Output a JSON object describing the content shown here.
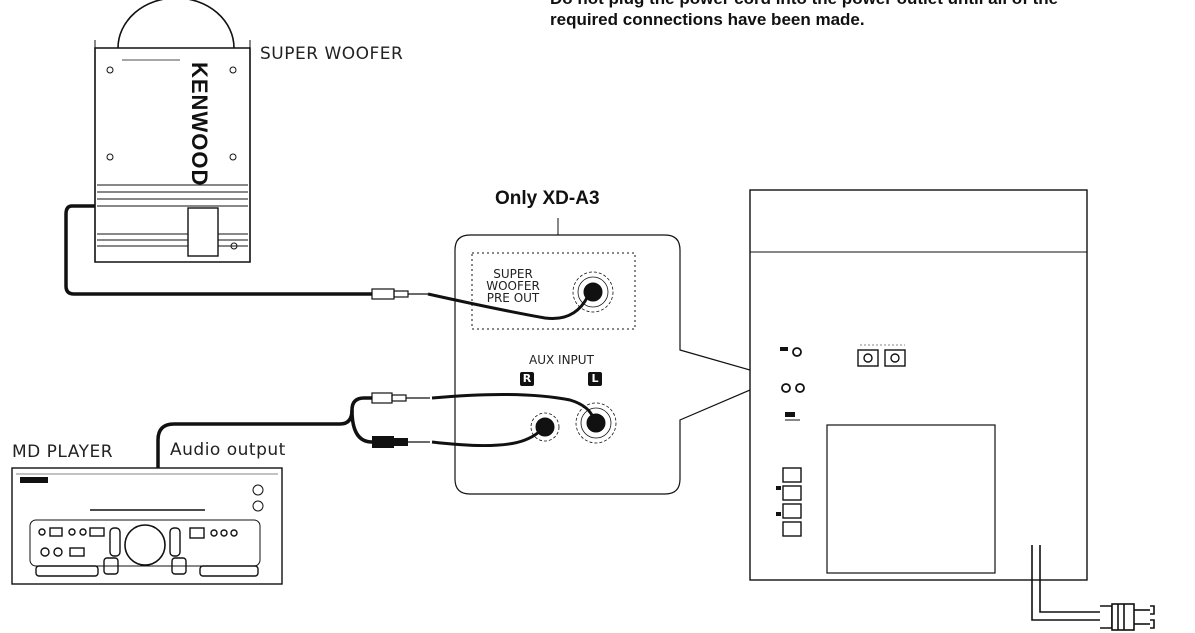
{
  "warning": {
    "line1": "Do not plug the power cord into the power outlet until all of the",
    "line2": "required connections have been made."
  },
  "subwoofer": {
    "label": "SUPER WOOFER",
    "brand": "KENWOOD"
  },
  "md_player": {
    "label": "MD PLAYER",
    "output_label": "Audio output"
  },
  "panel": {
    "title": "Only XD-A3",
    "preout_line1": "SUPER",
    "preout_line2": "WOOFER",
    "preout_line3": "PRE OUT",
    "aux_label": "AUX INPUT",
    "right_badge": "R",
    "left_badge": "L"
  }
}
